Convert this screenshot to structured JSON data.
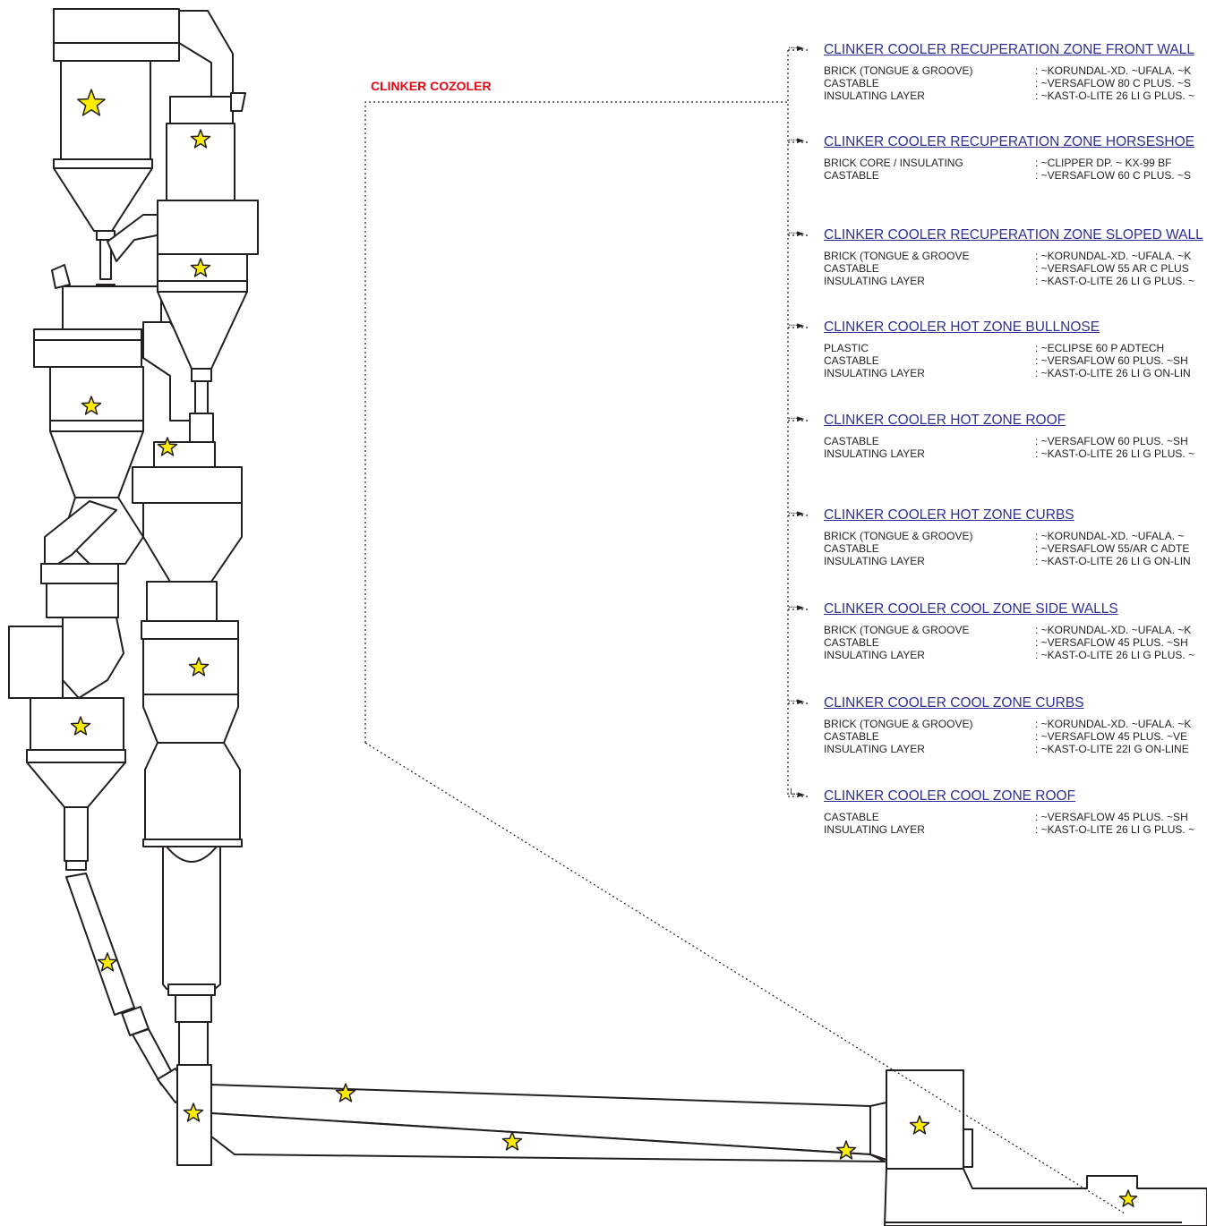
{
  "diagram": {
    "title": "CLINKER COZOLER",
    "marker_icon": "star-icon",
    "colors": {
      "line": "#231f20",
      "star_fill": "#ffed00",
      "title": "#e30613",
      "heading": "#2e3192"
    },
    "zones": [
      {
        "heading": "CLINKER COOLER RECUPERATION ZONE FRONT WALL",
        "rows": [
          {
            "material": "BRICK  (TONGUE & GROOVE)",
            "product": ": ~KORUNDAL-XD. ~UFALA. ~K"
          },
          {
            "material": "CASTABLE",
            "product": ": ~VERSAFLOW 80 C PLUS. ~S"
          },
          {
            "material": "INSULATING LAYER",
            "product": ": ~KAST-O-LITE 26 LI G PLUS. ~"
          }
        ]
      },
      {
        "heading": "CLINKER COOLER RECUPERATION ZONE HORSESHOE",
        "rows": [
          {
            "material": "BRICK  CORE / INSULATING",
            "product": ": ~CLIPPER DP. ~ KX-99 BF"
          },
          {
            "material": "CASTABLE",
            "product": ": ~VERSAFLOW 60 C PLUS. ~S"
          }
        ]
      },
      {
        "heading": "CLINKER COOLER RECUPERATION ZONE SLOPED WALL",
        "rows": [
          {
            "material": "BRICK  (TONGUE & GROOVE",
            "product": ": ~KORUNDAL-XD. ~UFALA. ~K"
          },
          {
            "material": "CASTABLE",
            "product": ": ~VERSAFLOW 55 AR C PLUS"
          },
          {
            "material": "INSULATING LAYER",
            "product": ": ~KAST-O-LITE 26 LI G PLUS. ~"
          }
        ]
      },
      {
        "heading": "CLINKER COOLER HOT ZONE BULLNOSE",
        "rows": [
          {
            "material": "PLASTIC",
            "product": ": ~ECLIPSE 60 P ADTECH"
          },
          {
            "material": "CASTABLE",
            "product": ": ~VERSAFLOW 60 PLUS. ~SH"
          },
          {
            "material": "INSULATING LAYER",
            "product": ": ~KAST-O-LITE 26 LI G ON-LIN"
          }
        ]
      },
      {
        "heading": "CLINKER COOLER HOT ZONE ROOF",
        "rows": [
          {
            "material": "CASTABLE",
            "product": ": ~VERSAFLOW 60 PLUS. ~SH"
          },
          {
            "material": "INSULATING LAYER",
            "product": ": ~KAST-O-LITE 26 LI G PLUS. ~"
          }
        ]
      },
      {
        "heading": "CLINKER COOLER HOT ZONE CURBS",
        "rows": [
          {
            "material": "BRICK  (TONGUE & GROOVE)",
            "product": ": ~KORUNDAL-XD. ~UFALA. ~"
          },
          {
            "material": "CASTABLE",
            "product": ": ~VERSAFLOW 55/AR C ADTE"
          },
          {
            "material": "INSULATING LAYER",
            "product": ": ~KAST-O-LITE 26 LI G ON-LIN"
          }
        ]
      },
      {
        "heading": "CLINKER COOLER COOL ZONE SIDE WALLS",
        "rows": [
          {
            "material": "BRICK  (TONGUE & GROOVE",
            "product": ": ~KORUNDAL-XD. ~UFALA. ~K"
          },
          {
            "material": "CASTABLE",
            "product": ": ~VERSAFLOW 45 PLUS. ~SH"
          },
          {
            "material": "INSULATING LAYER",
            "product": ": ~KAST-O-LITE 26 LI G PLUS. ~"
          }
        ]
      },
      {
        "heading": "CLINKER COOLER COOL ZONE CURBS",
        "rows": [
          {
            "material": "BRICK  (TONGUE & GROOVE)",
            "product": ": ~KORUNDAL-XD. ~UFALA. ~K"
          },
          {
            "material": "CASTABLE",
            "product": ": ~VERSAFLOW 45 PLUS. ~VE"
          },
          {
            "material": "INSULATING LAYER",
            "product": ": ~KAST-O-LITE 22I G ON-LINE"
          }
        ]
      },
      {
        "heading": "CLINKER COOLER COOL ZONE ROOF",
        "rows": [
          {
            "material": "CASTABLE",
            "product": ": ~VERSAFLOW 45 PLUS. ~SH"
          },
          {
            "material": "INSULATING LAYER",
            "product": ": ~KAST-O-LITE 26 LI G PLUS. ~"
          }
        ]
      }
    ]
  }
}
